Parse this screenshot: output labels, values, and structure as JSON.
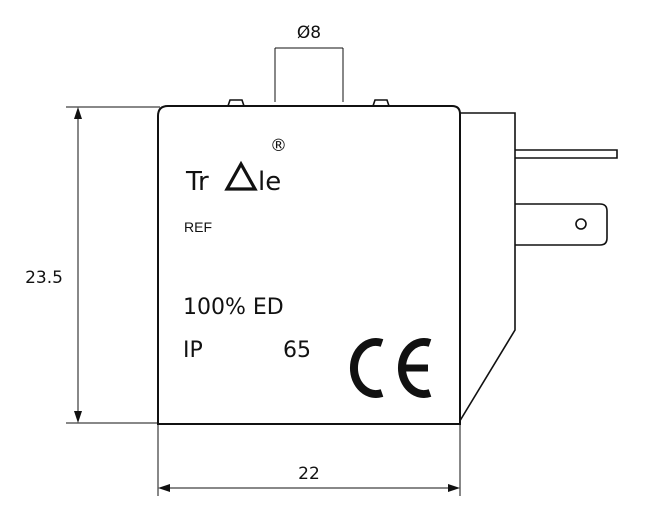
{
  "dimensions": {
    "diameter": "Ø8",
    "height": "23.5",
    "width": "22"
  },
  "label": {
    "brand_prefix": "Tr",
    "brand_suffix": "le",
    "registered": "®",
    "ref": "REF",
    "duty": "100% ED",
    "ip_label": "IP",
    "ip_value": "65",
    "mark": "CE"
  },
  "colors": {
    "stroke": "#111111",
    "background": "#ffffff"
  }
}
